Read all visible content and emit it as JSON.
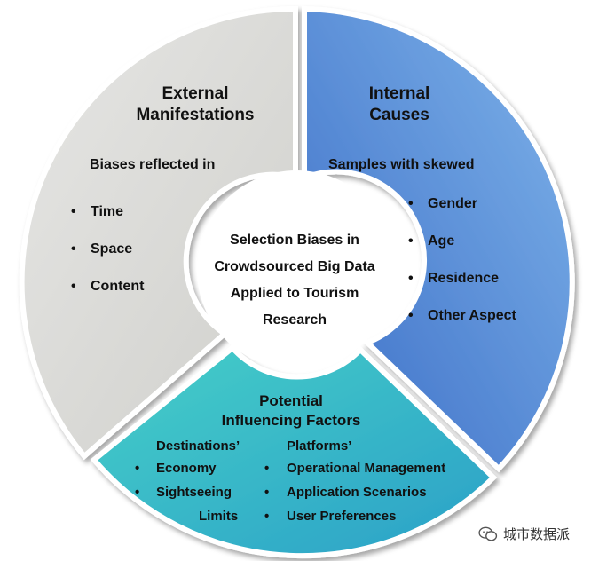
{
  "center": {
    "lines": [
      "Selection Biases in",
      "Crowdsourced Big Data",
      "Applied to Tourism",
      "Research"
    ]
  },
  "external": {
    "title_lines": [
      "External",
      "Manifestations"
    ],
    "subtitle": "Biases reflected in",
    "items": [
      "Time",
      "Space",
      "Content"
    ]
  },
  "internal": {
    "title_lines": [
      "Internal",
      "Causes"
    ],
    "subtitle": "Samples with skewed",
    "items": [
      "Gender",
      "Age",
      "Residence",
      "Other Aspect"
    ]
  },
  "potential": {
    "title_lines": [
      "Potential",
      "Influencing Factors"
    ],
    "destinations": {
      "heading": "Destinations’",
      "items": [
        "Economy",
        "Sightseeing",
        "Limits"
      ]
    },
    "platforms": {
      "heading": "Platforms’",
      "items": [
        "Operational Management",
        "Application Scenarios",
        "User Preferences"
      ]
    }
  },
  "watermark": {
    "text": "城市数据派",
    "icon": "wechat-icon"
  },
  "colors": {
    "external_fill": "#dcdcd8",
    "internal_fill": "#4a86d4",
    "potential_fill": "#2fb5c5",
    "bullet": "#111111"
  }
}
